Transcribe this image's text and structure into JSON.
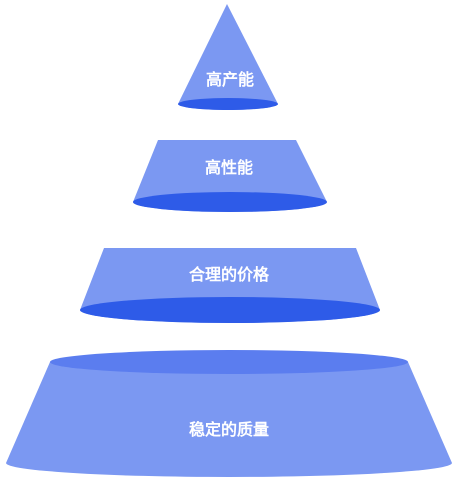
{
  "diagram": {
    "tiers": [
      {
        "label": "高产能"
      },
      {
        "label": "高性能"
      },
      {
        "label": "合理的价格"
      },
      {
        "label": "稳定的质量"
      }
    ]
  },
  "colors": {
    "body": "#7b98f2",
    "ellipse_dark": "#2e5be8",
    "ellipse_light": "#5b7def",
    "text": "#ffffff"
  }
}
